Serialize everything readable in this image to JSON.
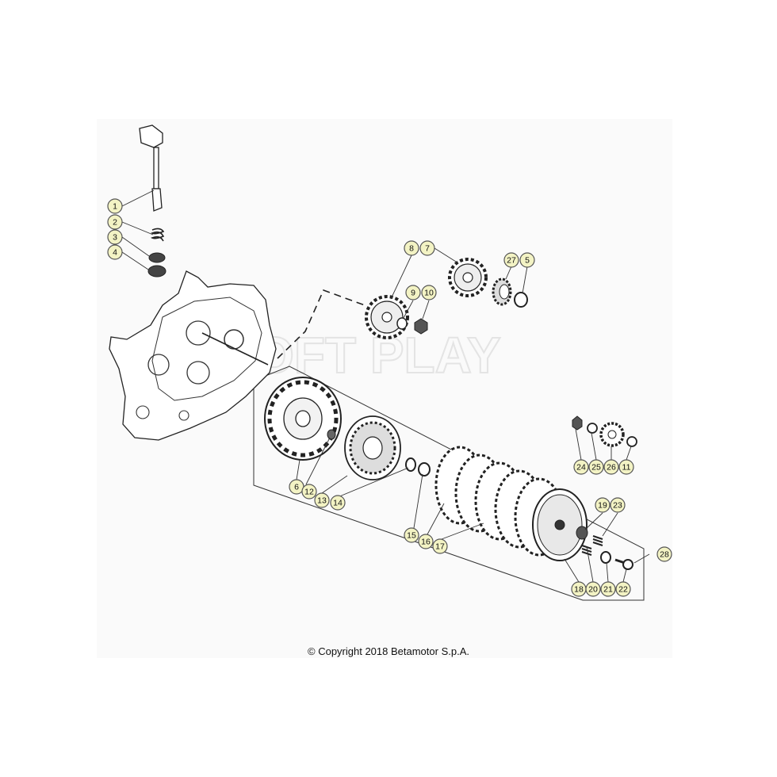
{
  "copyright": "© Copyright 2018 Betamotor S.p.A.",
  "watermark": "SOFT PLAY",
  "callout_fill": "#f3f3c4",
  "callouts": [
    {
      "label": "1"
    },
    {
      "label": "2"
    },
    {
      "label": "3"
    },
    {
      "label": "4"
    },
    {
      "label": "8"
    },
    {
      "label": "7"
    },
    {
      "label": "27"
    },
    {
      "label": "5"
    },
    {
      "label": "9"
    },
    {
      "label": "10"
    },
    {
      "label": "24"
    },
    {
      "label": "25"
    },
    {
      "label": "26"
    },
    {
      "label": "11"
    },
    {
      "label": "19"
    },
    {
      "label": "23"
    },
    {
      "label": "28"
    },
    {
      "label": "6"
    },
    {
      "label": "12"
    },
    {
      "label": "13"
    },
    {
      "label": "14"
    },
    {
      "label": "15"
    },
    {
      "label": "16"
    },
    {
      "label": "17"
    },
    {
      "label": "18"
    },
    {
      "label": "20"
    },
    {
      "label": "21"
    },
    {
      "label": "22"
    }
  ]
}
